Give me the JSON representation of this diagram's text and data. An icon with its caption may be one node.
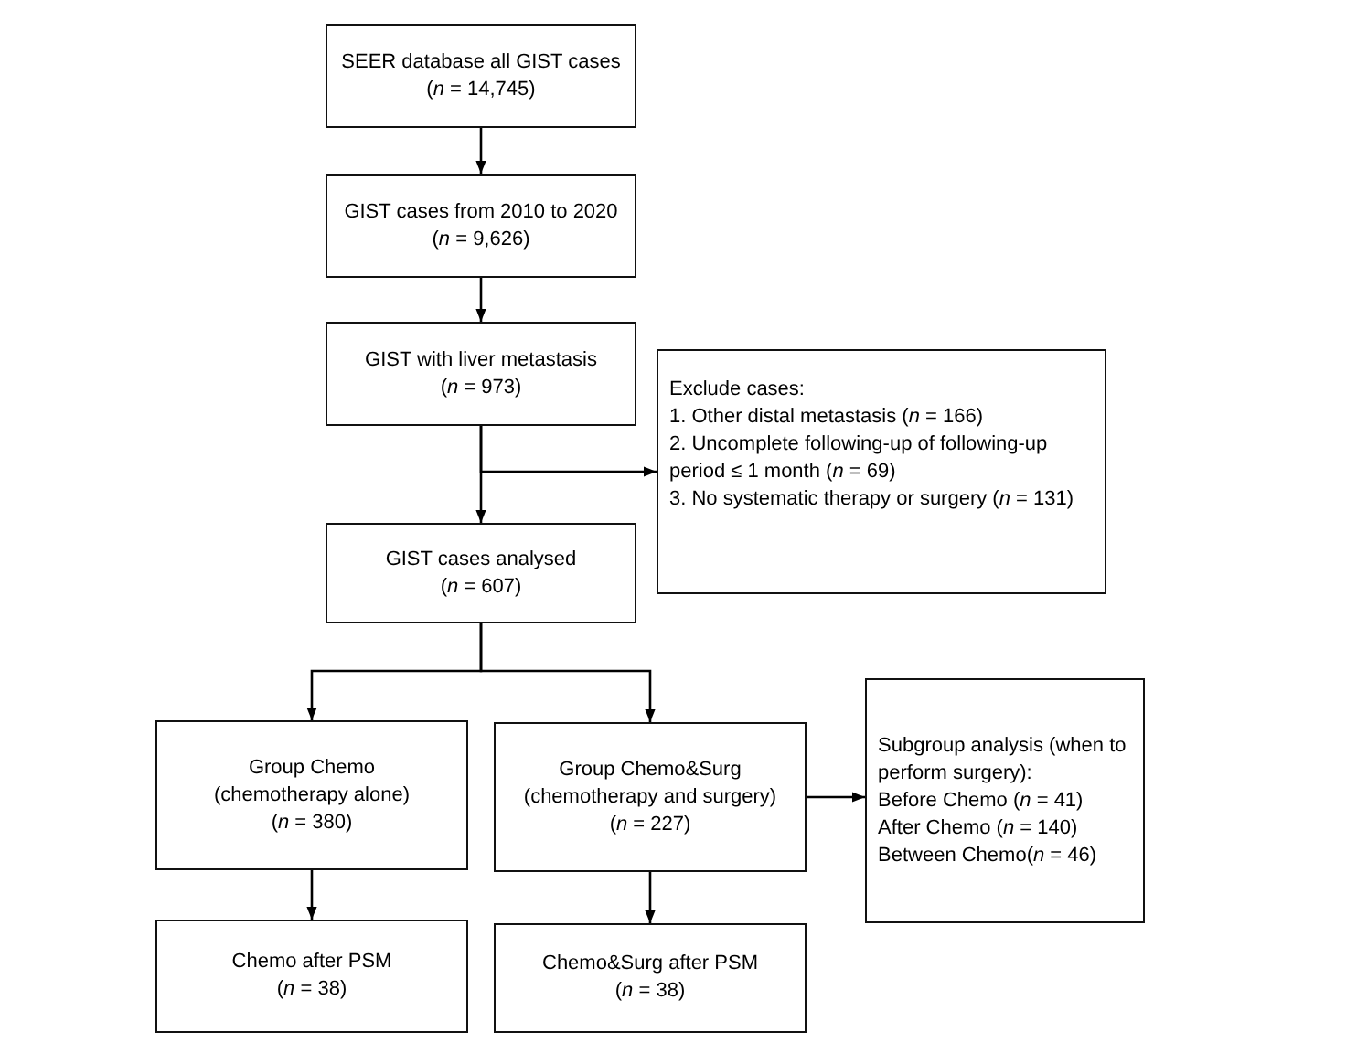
{
  "diagram": {
    "nodes": [
      {
        "text": [
          "SEER database all GIST cases",
          "(*n* = 14,745)"
        ]
      },
      {
        "text": [
          "GIST cases from 2010 to 2020",
          "(*n* = 9,626)"
        ]
      },
      {
        "text": [
          "GIST with liver metastasis",
          "(*n* = 973)"
        ]
      },
      {
        "text": [
          "Exclude cases:",
          "1. Other distal metastasis (*n* = 166)",
          "2. Uncomplete following-up of following-up period ≤ 1 month (*n* = 69)",
          "3. No systematic therapy or surgery (*n* = 131)"
        ]
      },
      {
        "text": [
          "GIST cases analysed",
          "(*n* = 607)"
        ]
      },
      {
        "text": [
          "Group Chemo",
          "(chemotherapy alone)",
          "(*n* = 380)"
        ]
      },
      {
        "text": [
          "Group Chemo&Surg",
          "(chemotherapy and surgery)",
          "(*n* = 227)"
        ]
      },
      {
        "text": [
          "Subgroup analysis (when to perform surgery):",
          "Before Chemo (*n* = 41)",
          "After Chemo (*n* = 140)",
          "Between Chemo(*n* = 46)"
        ]
      },
      {
        "text": [
          "Chemo after PSM",
          "(*n* = 38)"
        ]
      },
      {
        "text": [
          "Chemo&Surg after PSM",
          "(*n* = 38)"
        ]
      }
    ],
    "edges": [
      {
        "from": 0,
        "to": 1,
        "arrow": "to"
      },
      {
        "from": 1,
        "to": 2,
        "arrow": "to"
      },
      {
        "from": 2,
        "to": 4,
        "arrow": "to"
      },
      {
        "from": 2,
        "to": 3,
        "arrow": "to"
      },
      {
        "from": 4,
        "to": 5,
        "arrow": "to"
      },
      {
        "from": 4,
        "to": 6,
        "arrow": "to"
      },
      {
        "from": 6,
        "to": 7,
        "arrow": "to"
      },
      {
        "from": 5,
        "to": 8,
        "arrow": "to"
      },
      {
        "from": 6,
        "to": 9,
        "arrow": "to"
      }
    ]
  }
}
